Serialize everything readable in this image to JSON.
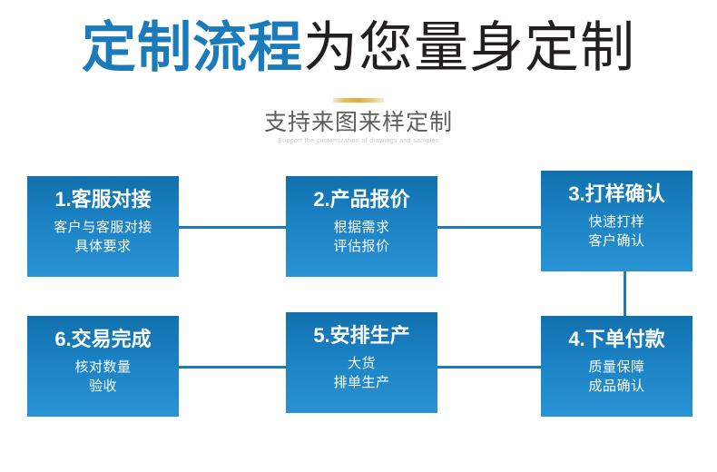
{
  "header": {
    "title_accent": "定制流程",
    "title_plain": "为您量身定制",
    "subtitle_cn": "支持来图来样定制",
    "subtitle_en": "Support the customization of drawings and samples",
    "accent_color": "#1b7bba",
    "plain_color": "#231f20",
    "divider_color": "#d8ae41"
  },
  "flow": {
    "box_gradient_top": "#1170ad",
    "box_gradient_bottom": "#2a93d4",
    "connector_color": "#1b7bba",
    "steps": [
      {
        "id": "1",
        "title": "1.客服对接",
        "desc_line1": "客户与客服对接",
        "desc_line2": "具体要求"
      },
      {
        "id": "2",
        "title": "2.产品报价",
        "desc_line1": "根据需求",
        "desc_line2": "评估报价"
      },
      {
        "id": "3",
        "title": "3.打样确认",
        "desc_line1": "快速打样",
        "desc_line2": "客户确认"
      },
      {
        "id": "4",
        "title": "4.下单付款",
        "desc_line1": "质量保障",
        "desc_line2": "成品确认"
      },
      {
        "id": "5",
        "title": "5.安排生产",
        "desc_line1": "大货",
        "desc_line2": "排单生产"
      },
      {
        "id": "6",
        "title": "6.交易完成",
        "desc_line1": "核对数量",
        "desc_line2": "验收"
      }
    ]
  }
}
